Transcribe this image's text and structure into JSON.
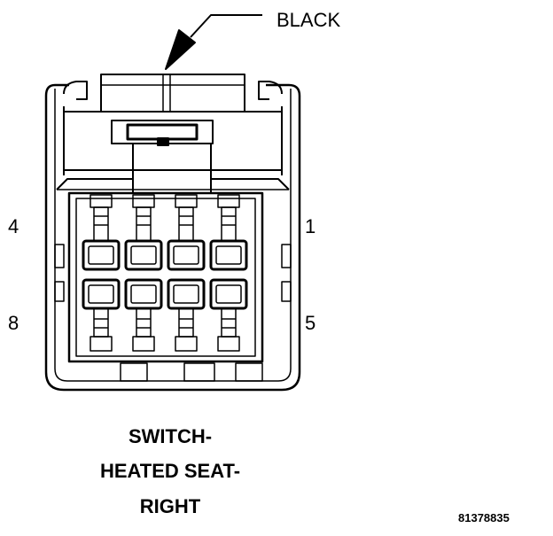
{
  "callout": {
    "wire_color": "BLACK"
  },
  "pins": {
    "top_left": "4",
    "top_right": "1",
    "bottom_left": "8",
    "bottom_right": "5"
  },
  "title": {
    "line1": "SWITCH-",
    "line2": "HEATED SEAT-",
    "line3": "RIGHT"
  },
  "figure_number": "81378835",
  "colors": {
    "ink": "#000000",
    "background": "#ffffff"
  }
}
